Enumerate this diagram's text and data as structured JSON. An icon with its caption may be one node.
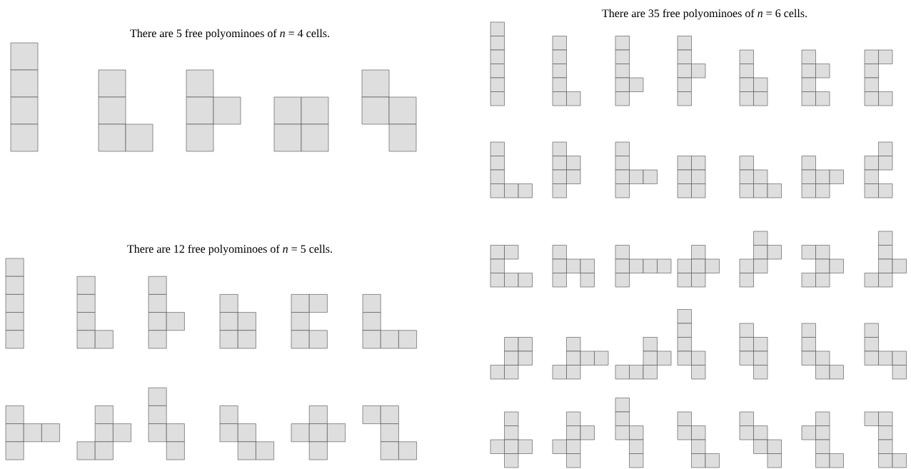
{
  "diagram": {
    "labels": [
      "There are 5 free polyominoes of *n* = 4 cells.",
      "There are 12 free polyominoes of *n* = 5 cells.",
      "There are 35 free polyominoes of *n* = 6 cells."
    ]
  }
}
